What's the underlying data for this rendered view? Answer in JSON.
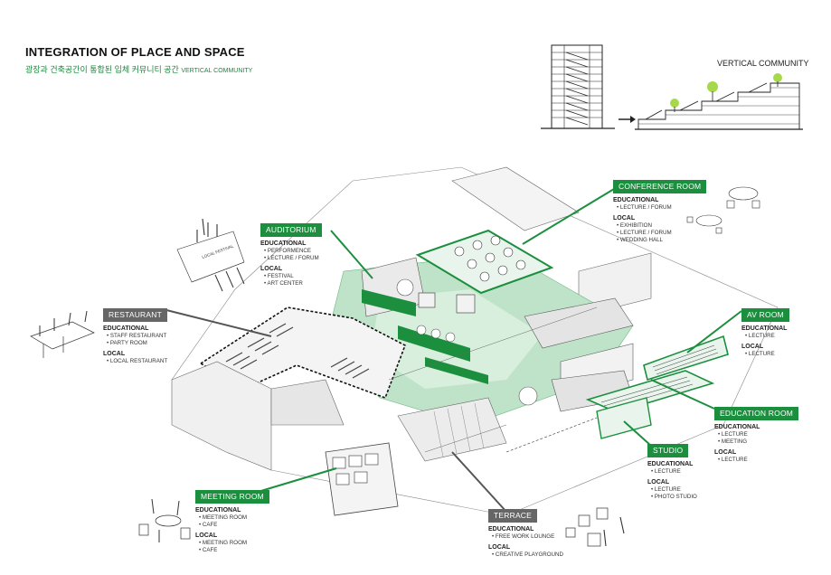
{
  "header": {
    "title": "INTEGRATION OF PLACE AND SPACE",
    "subtitle_kr": "광장과 건축공간이 통합된 입체 커뮤니티 공간",
    "subtitle_en": "VERTICAL COMMUNITY"
  },
  "inset": {
    "label": "VERTICAL COMMUNITY"
  },
  "decor_labels": {
    "local_festival": "LOCAL FESTIVAL"
  },
  "colors": {
    "accent": "#1b8f3e",
    "light_green": "#bfe3c8",
    "gray_tag": "#666666",
    "tree": "#a6d84a"
  },
  "rooms": {
    "conference": {
      "label": "CONFERENCE ROOM",
      "g1": "EDUCATIONAL",
      "g1_items": [
        "LECTURE / FORUM"
      ],
      "g2": "LOCAL",
      "g2_items": [
        "EXHIBITION",
        "LECTURE / FORUM",
        "WEDDING HALL"
      ]
    },
    "auditorium": {
      "label": "AUDITORIUM",
      "g1": "EDUCATIONAL",
      "g1_items": [
        "PERFORMENCE",
        "LECTURE / FORUM"
      ],
      "g2": "LOCAL",
      "g2_items": [
        "FESTIVAL",
        "ART CENTER"
      ]
    },
    "restaurant": {
      "label": "RESTAURANT",
      "g1": "EDUCATIONAL",
      "g1_items": [
        "STAFF RESTAURANT",
        "PARTY ROOM"
      ],
      "g2": "LOCAL",
      "g2_items": [
        "LOCAL RESTAURANT"
      ]
    },
    "av": {
      "label": "AV ROOM",
      "g1": "EDUCATIONAL",
      "g1_items": [
        "LECTURE"
      ],
      "g2": "LOCAL",
      "g2_items": [
        "LECTURE"
      ]
    },
    "education": {
      "label": "EDUCATION ROOM",
      "g1": "EDUCATIONAL",
      "g1_items": [
        "LECTURE",
        "MEETING"
      ],
      "g2": "LOCAL",
      "g2_items": [
        "LECTURE"
      ]
    },
    "studio": {
      "label": "STUDIO",
      "g1": "EDUCATIONAL",
      "g1_items": [
        "LECTURE"
      ],
      "g2": "LOCAL",
      "g2_items": [
        "LECTURE",
        "PHOTO STUDIO"
      ]
    },
    "meeting": {
      "label": "MEETING ROOM",
      "g1": "EDUCATIONAL",
      "g1_items": [
        "MEETING ROOM",
        "CAFE"
      ],
      "g2": "LOCAL",
      "g2_items": [
        "MEETING ROOM",
        "CAFE"
      ]
    },
    "terrace": {
      "label": "TERRACE",
      "g1": "EDUCATIONAL",
      "g1_items": [
        "FREE WORK LOUNGE"
      ],
      "g2": "LOCAL",
      "g2_items": [
        "CREATIVE PLAYGROUND"
      ]
    }
  }
}
